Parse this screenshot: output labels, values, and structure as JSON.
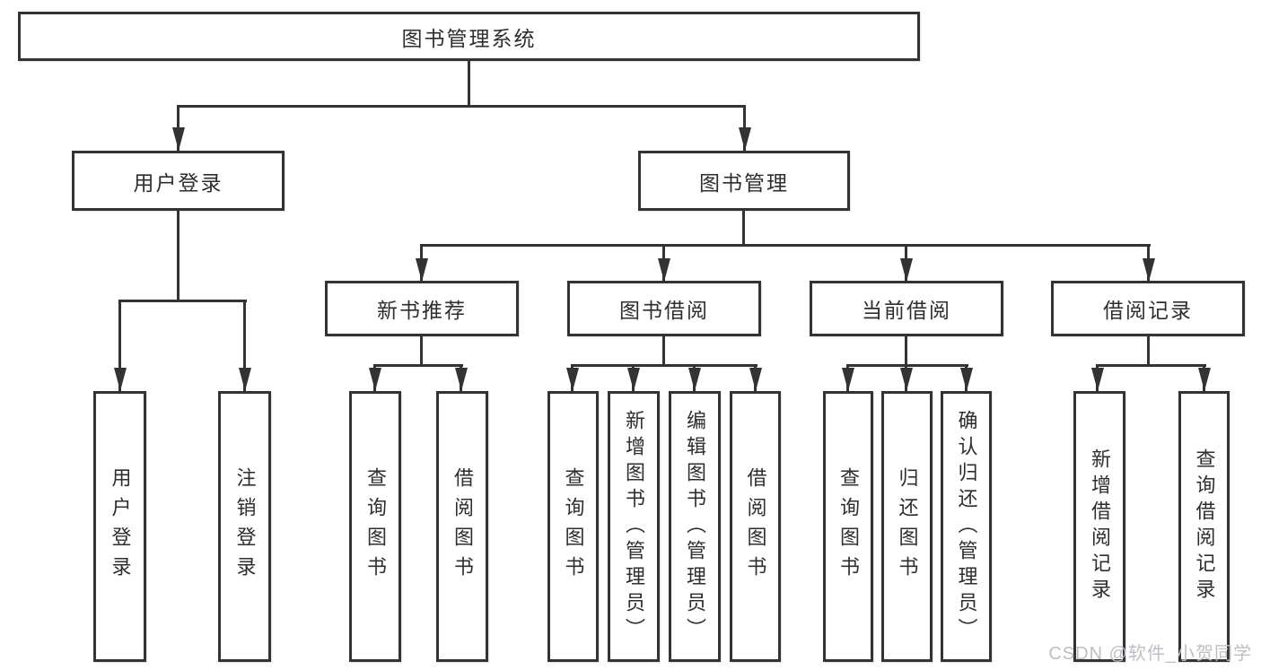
{
  "tree": {
    "root": {
      "label": "图书管理系统"
    },
    "branches": [
      {
        "label": "用户登录",
        "children": [
          {
            "label": "用户登录"
          },
          {
            "label": "注销登录"
          }
        ]
      },
      {
        "label": "图书管理",
        "children": [
          {
            "label": "新书推荐",
            "children": [
              {
                "label": "查询图书"
              },
              {
                "label": "借阅图书"
              }
            ]
          },
          {
            "label": "图书借阅",
            "children": [
              {
                "label": "查询图书"
              },
              {
                "label": "新增图书（管理员）"
              },
              {
                "label": "编辑图书（管理员）"
              },
              {
                "label": "借阅图书"
              }
            ]
          },
          {
            "label": "当前借阅",
            "children": [
              {
                "label": "查询图书"
              },
              {
                "label": "归还图书"
              },
              {
                "label": "确认归还（管理员）"
              }
            ]
          },
          {
            "label": "借阅记录",
            "children": [
              {
                "label": "新增借阅记录"
              },
              {
                "label": "查询借阅记录"
              }
            ]
          }
        ]
      }
    ]
  },
  "watermark": {
    "text": "CSDN @软件_小贺同学"
  },
  "colors": {
    "line": "#333333",
    "box_border": "#333333",
    "text": "#2e2e2e",
    "watermark": "#bcc0c4",
    "background": "#ffffff"
  }
}
